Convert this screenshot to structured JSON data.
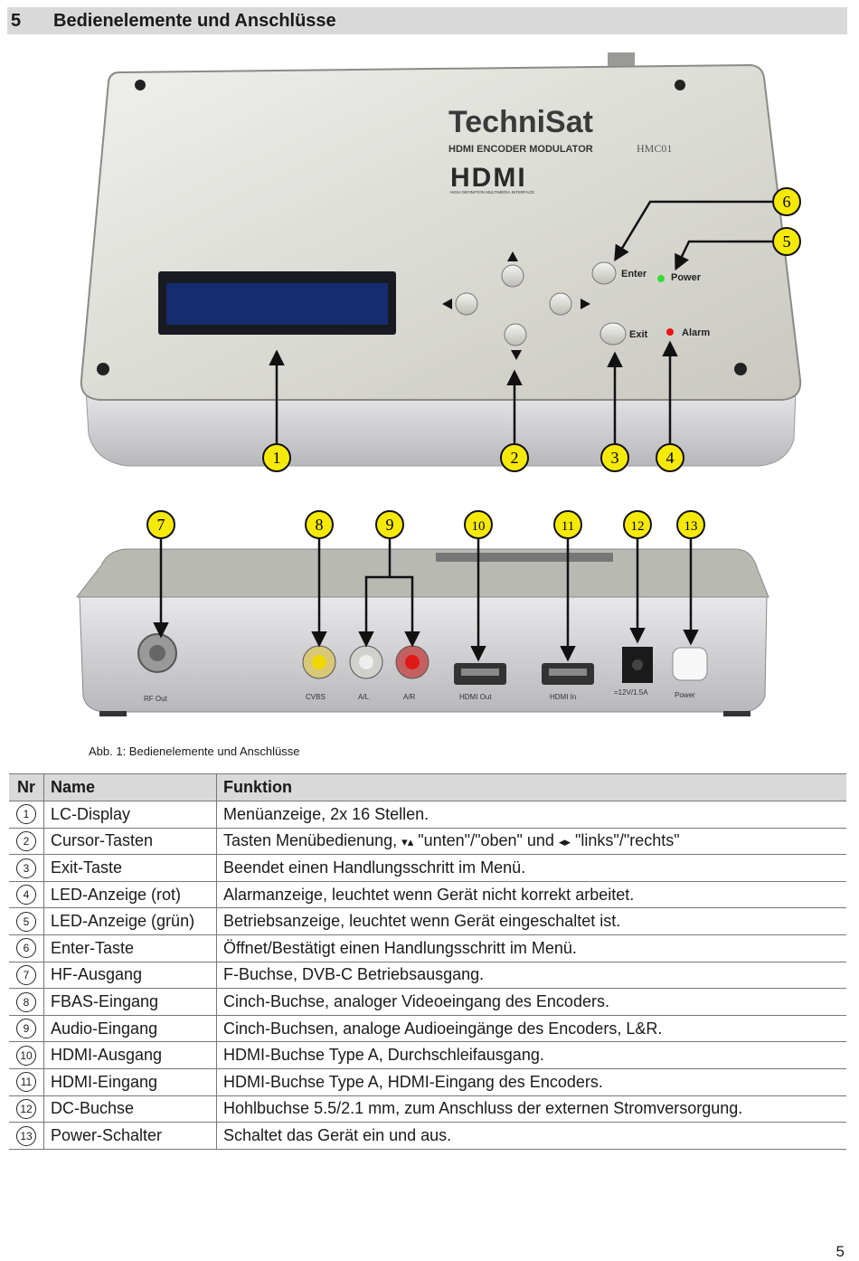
{
  "header": {
    "number": "5",
    "title": "Bedienelemente und Anschlüsse"
  },
  "device_top": {
    "brand": "TechniSat",
    "model": "HDMI ENCODER MODULATOR",
    "model_code": "HMC01",
    "hdmi_logo": "HDMI",
    "hdmi_tagline": "HIGH DEFINITION MULTIMEDIA INTERFACE",
    "enter_label": "Enter",
    "power_label": "Power",
    "exit_label": "Exit",
    "alarm_label": "Alarm"
  },
  "device_back": {
    "ports": [
      "RF Out",
      "CVBS",
      "A/L",
      "A/R",
      "HDMI Out",
      "HDMI In",
      "=12V/1.5A",
      "Power"
    ]
  },
  "callouts_top": [
    "1",
    "2",
    "3",
    "4",
    "5",
    "6"
  ],
  "callouts_back": [
    "7",
    "8",
    "9",
    "10",
    "11",
    "12",
    "13"
  ],
  "caption": "Abb. 1: Bedienelemente und Anschlüsse",
  "table": {
    "headers": [
      "Nr",
      "Name",
      "Funktion"
    ],
    "rows": [
      {
        "nr": "1",
        "name": "LC-Display",
        "func": "Menüanzeige, 2x 16 Stellen."
      },
      {
        "nr": "2",
        "name": "Cursor-Tasten",
        "func_a": "Tasten Menübedienung,",
        "func_b": "\"unten\"/\"oben\" und",
        "func_c": "\"links\"/\"rechts\""
      },
      {
        "nr": "3",
        "name": "Exit-Taste",
        "func": "Beendet einen Handlungsschritt im Menü."
      },
      {
        "nr": "4",
        "name": "LED-Anzeige (rot)",
        "func": "Alarmanzeige, leuchtet wenn Gerät nicht korrekt arbeitet."
      },
      {
        "nr": "5",
        "name": "LED-Anzeige (grün)",
        "func": "Betriebsanzeige, leuchtet wenn Gerät eingeschaltet ist."
      },
      {
        "nr": "6",
        "name": "Enter-Taste",
        "func": "Öffnet/Bestätigt einen Handlungsschritt im Menü."
      },
      {
        "nr": "7",
        "name": "HF-Ausgang",
        "func": "F-Buchse, DVB-C Betriebsausgang."
      },
      {
        "nr": "8",
        "name": "FBAS-Eingang",
        "func": "Cinch-Buchse, analoger Videoeingang des Encoders."
      },
      {
        "nr": "9",
        "name": "Audio-Eingang",
        "func": "Cinch-Buchsen, analoge Audioeingänge des Encoders, L&R."
      },
      {
        "nr": "10",
        "name": "HDMI-Ausgang",
        "func": "HDMI-Buchse Type A, Durchschleifausgang."
      },
      {
        "nr": "11",
        "name": "HDMI-Eingang",
        "func": "HDMI-Buchse Type A, HDMI-Eingang des Encoders."
      },
      {
        "nr": "12",
        "name": "DC-Buchse",
        "func": "Hohlbuchse 5.5/2.1 mm, zum Anschluss der externen Stromversorgung."
      },
      {
        "nr": "13",
        "name": "Power-Schalter",
        "func": "Schaltet das Gerät ein und aus."
      }
    ]
  },
  "page_number": "5",
  "colors": {
    "callout_fill": "#f5e90a",
    "header_bg": "#d9d9d9",
    "led_green": "#33dd33",
    "led_red": "#ee1111"
  }
}
